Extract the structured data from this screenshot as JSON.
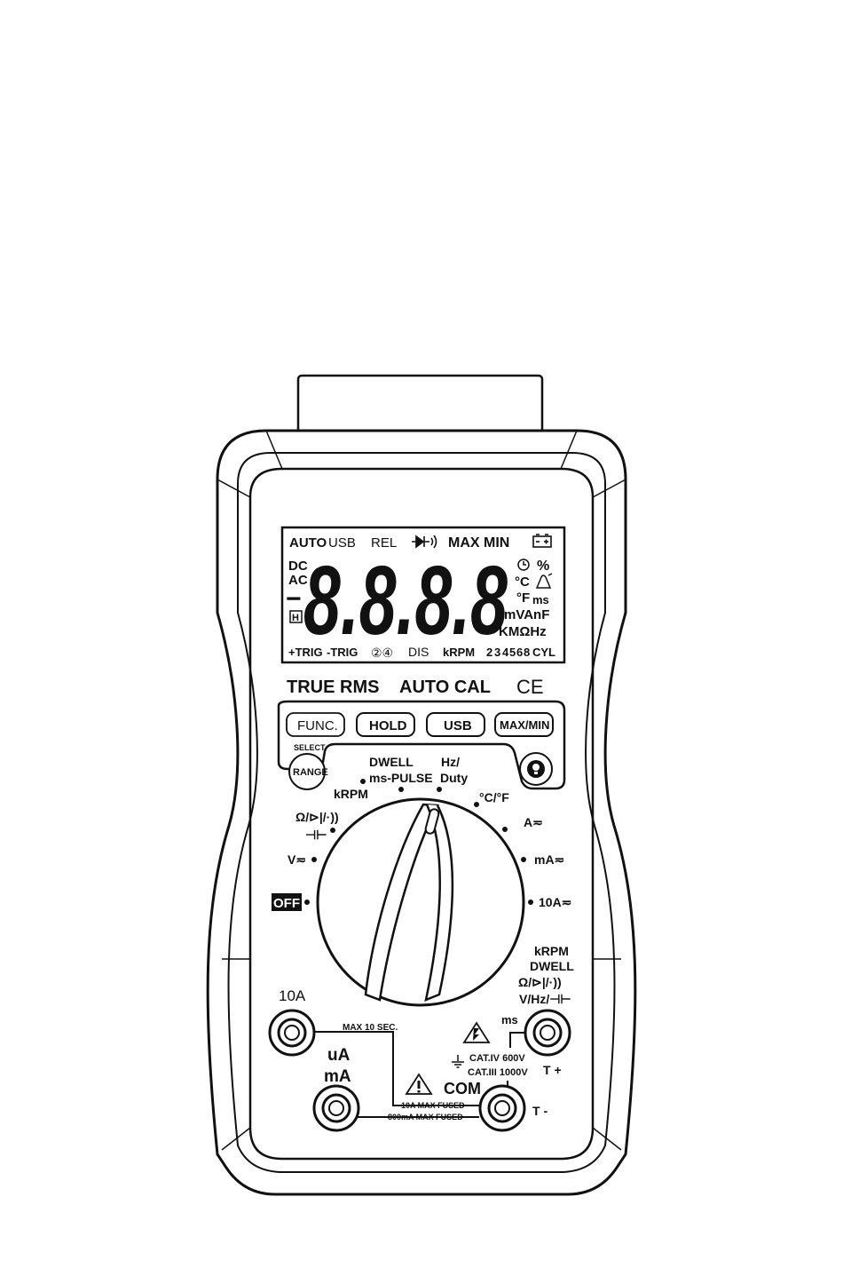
{
  "lcd": {
    "top": [
      "AUTO",
      "USB",
      "REL",
      "MAX MIN"
    ],
    "dc": "DC",
    "ac": "AC",
    "minus": "−",
    "hold": "H",
    "digits": "8.8.8.8",
    "percent": "%",
    "deg_c": "°C",
    "deg_f": "°F",
    "ms": "ms",
    "units1": "mVAnF",
    "units2": "KMΩHz",
    "bottom": [
      "+TRIG",
      "-TRIG",
      "②④",
      "DIS",
      "kRPM",
      "2",
      "3",
      "4",
      "5",
      "6",
      "8",
      "CYL"
    ]
  },
  "brand": {
    "true_rms": "TRUE RMS",
    "auto_cal": "AUTO CAL",
    "ce": "CE"
  },
  "buttons": {
    "func": "FUNC.",
    "hold": "HOLD",
    "usb": "USB",
    "maxmin": "MAX/MIN",
    "select": "SELECT",
    "range": "RANGE"
  },
  "dial": {
    "dwell": "DWELL",
    "ms_pulse": "ms-PULSE",
    "hz": "Hz/",
    "duty": "Duty",
    "krpm": "kRPM",
    "cf": "°C/°F",
    "ohm": "Ω/⊳|/·))",
    "cap": "⊣⊢",
    "amp": "A≂",
    "volt": "V≂",
    "ma": "mA≂",
    "off": "OFF",
    "ten_a": "10A≂"
  },
  "jacks": {
    "right_lines": [
      "kRPM",
      "DWELL",
      "Ω/⊳|/·))",
      "V/Hz/⊣⊢"
    ],
    "ms": "ms",
    "ten_a": "10A",
    "max10": "MAX 10 SEC.",
    "ua": "uA",
    "ma": "mA",
    "cat4": "CAT.IV 600V",
    "cat3": "CAT.III 1000V",
    "t_plus": "T +",
    "com": "COM",
    "fuse10": "10A MAX FUSED",
    "fuse800": "800mA MAX FUSED",
    "t_minus": "T -"
  }
}
